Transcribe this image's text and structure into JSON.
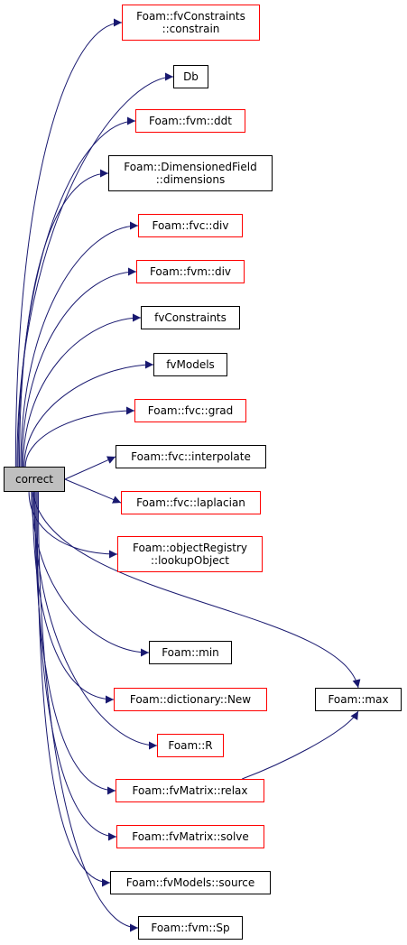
{
  "graph": {
    "root": {
      "label": "correct"
    },
    "nodes": {
      "constrain": {
        "lines": [
          "Foam::fvConstraints",
          "::constrain"
        ],
        "border": "red"
      },
      "db": {
        "lines": [
          "Db"
        ],
        "border": "black"
      },
      "fvm_ddt": {
        "lines": [
          "Foam::fvm::ddt"
        ],
        "border": "red"
      },
      "dimensions": {
        "lines": [
          "Foam::DimensionedField",
          "::dimensions"
        ],
        "border": "black"
      },
      "fvc_div": {
        "lines": [
          "Foam::fvc::div"
        ],
        "border": "red"
      },
      "fvm_div": {
        "lines": [
          "Foam::fvm::div"
        ],
        "border": "red"
      },
      "fvconstraints": {
        "lines": [
          "fvConstraints"
        ],
        "border": "black"
      },
      "fvmodels": {
        "lines": [
          "fvModels"
        ],
        "border": "black"
      },
      "fvc_grad": {
        "lines": [
          "Foam::fvc::grad"
        ],
        "border": "red"
      },
      "interpolate": {
        "lines": [
          "Foam::fvc::interpolate"
        ],
        "border": "black"
      },
      "laplacian": {
        "lines": [
          "Foam::fvc::laplacian"
        ],
        "border": "red"
      },
      "lookup": {
        "lines": [
          "Foam::objectRegistry",
          "::lookupObject"
        ],
        "border": "red"
      },
      "max": {
        "lines": [
          "Foam::max"
        ],
        "border": "black"
      },
      "min": {
        "lines": [
          "Foam::min"
        ],
        "border": "black"
      },
      "new": {
        "lines": [
          "Foam::dictionary::New"
        ],
        "border": "red"
      },
      "r": {
        "lines": [
          "Foam::R"
        ],
        "border": "red"
      },
      "relax": {
        "lines": [
          "Foam::fvMatrix::relax"
        ],
        "border": "red"
      },
      "solve": {
        "lines": [
          "Foam::fvMatrix::solve"
        ],
        "border": "red"
      },
      "source": {
        "lines": [
          "Foam::fvModels::source"
        ],
        "border": "black"
      },
      "sp": {
        "lines": [
          "Foam::fvm::Sp"
        ],
        "border": "black"
      }
    },
    "edges": [
      [
        "correct",
        "constrain"
      ],
      [
        "correct",
        "db"
      ],
      [
        "correct",
        "fvm_ddt"
      ],
      [
        "correct",
        "dimensions"
      ],
      [
        "correct",
        "fvc_div"
      ],
      [
        "correct",
        "fvm_div"
      ],
      [
        "correct",
        "fvconstraints"
      ],
      [
        "correct",
        "fvmodels"
      ],
      [
        "correct",
        "fvc_grad"
      ],
      [
        "correct",
        "interpolate"
      ],
      [
        "correct",
        "laplacian"
      ],
      [
        "correct",
        "lookup"
      ],
      [
        "correct",
        "max"
      ],
      [
        "correct",
        "min"
      ],
      [
        "correct",
        "new"
      ],
      [
        "correct",
        "r"
      ],
      [
        "correct",
        "relax"
      ],
      [
        "correct",
        "solve"
      ],
      [
        "correct",
        "source"
      ],
      [
        "correct",
        "sp"
      ],
      [
        "relax",
        "max"
      ]
    ],
    "colors": {
      "edge": "#191970",
      "red_border": "#ff0000",
      "black_border": "#000000",
      "root_fill": "#bfbfbf"
    }
  }
}
